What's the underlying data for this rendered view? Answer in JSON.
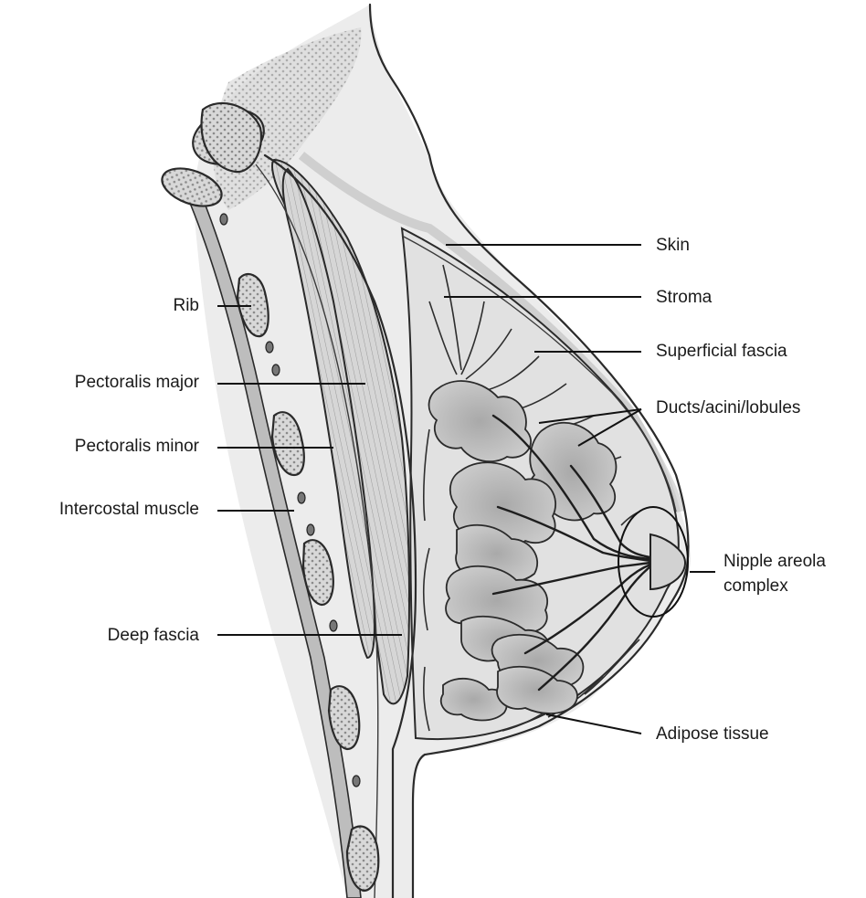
{
  "labels": {
    "left": {
      "rib": "Rib",
      "pectoralis_major": "Pectoralis major",
      "pectoralis_minor": "Pectoralis minor",
      "intercostal_muscle": "Intercostal muscle",
      "deep_fascia": "Deep fascia"
    },
    "right": {
      "skin": "Skin",
      "stroma": "Stroma",
      "superficial_fascia": "Superficial fascia",
      "ducts": "Ducts/acini/lobules",
      "nipple_line1": "Nipple areola",
      "nipple_line2": "complex",
      "adipose": "Adipose tissue"
    }
  },
  "colors": {
    "outline": "#2a2a2a",
    "tissue_fill": "#e3e3e3",
    "muscle_fill": "#d4d4d4",
    "lobule_fill": "#bcbcbc",
    "rib_fill": "#cfcfcf"
  }
}
